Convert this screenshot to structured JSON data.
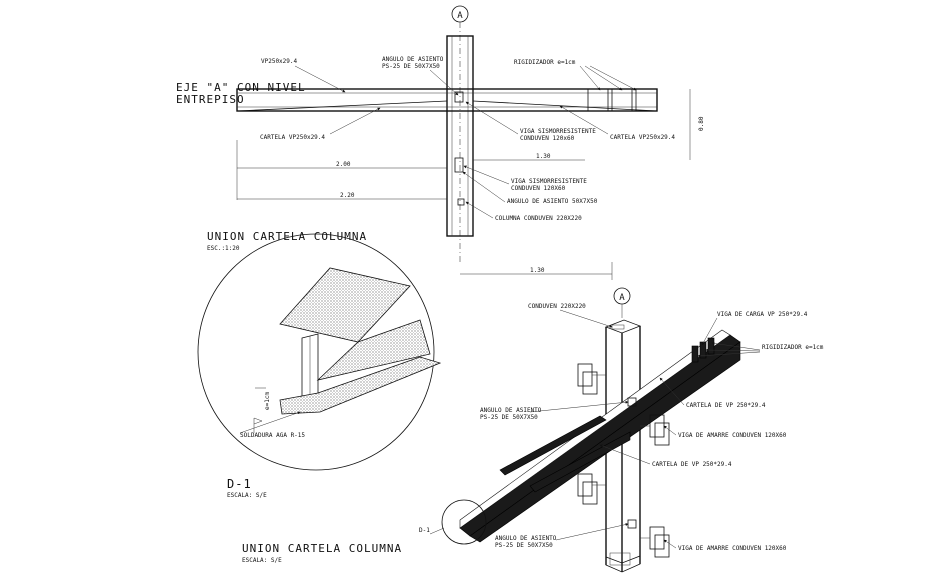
{
  "plan": {
    "axis_label": "A",
    "title_line1": "EJE \"A\" CON NIVEL",
    "title_line2": "ENTREPISO",
    "beam_label": "VP250x29.4",
    "angle_label_1": "ANGULO DE ASIENTO",
    "angle_label_2": "PS-25 DE 50X7X50",
    "stiffener_label": "RIGIDIZADOR e=1cm",
    "bracket_left_label": "CARTELA VP250x29.4",
    "joist_label_1": "VIGA SISMORRESISTENTE",
    "joist_label_2": "CONDUVEN 120x60",
    "bracket_right_label": "CARTELA VP250x29.4",
    "height_dim": "0.80",
    "dim_lower_joist_1": "VIGA SISMORRESISTENTE",
    "dim_lower_joist_2": "CONDUVEN 120X60",
    "dim_angle_seat": "ANGULO DE ASIENTO 50X7X50",
    "dim_column": "COLUMNA CONDUVEN 220X220",
    "dim_2_00": "2.00",
    "dim_1_30_top": "1.30",
    "dim_2_20": "2.20",
    "dim_1_30_bottom": "1.30"
  },
  "detail": {
    "title": "UNION CARTELA COLUMNA",
    "scale": "ESC.:1:20",
    "weld_label": "SOLDADURA AGA R-15",
    "thickness_label": "e=1cm",
    "id": "D-1",
    "id_scale": "ESCALA: S/E"
  },
  "iso": {
    "axis_label": "A",
    "column_label": "CONDUVEN 220X220",
    "main_beam_label": "VIGA DE CARGA VP 250*29.4",
    "stiffener_label": "RIGIDIZADOR e=1cm",
    "bracket_top_label": "CARTELA DE VP 250*29.4",
    "angle_top_1": "ANGULO DE ASIENTO",
    "angle_top_2": "PS-25 DE 50X7X50",
    "tie_beam_top": "VIGA DE AMARRE CONDUVEN 120X60",
    "bracket_mid_label": "CARTELA DE VP 250*29.4",
    "detail_ref": "D-1",
    "angle_bottom_1": "ANGULO DE ASIENTO",
    "angle_bottom_2": "PS-25 DE 50X7X50",
    "tie_beam_bottom": "VIGA DE AMARRE CONDUVEN 120X60",
    "title": "UNION CARTELA COLUMNA",
    "scale": "ESCALA: S/E"
  }
}
